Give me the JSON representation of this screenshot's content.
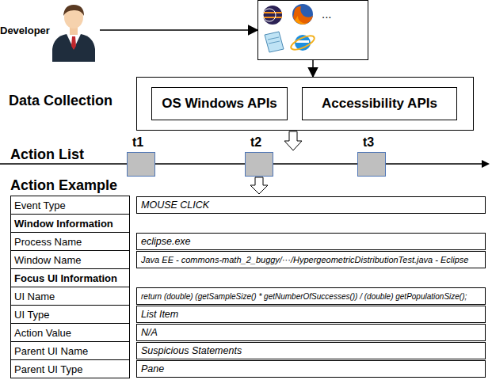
{
  "diagram": {
    "nodes": [
      {
        "text": [
          "Developer"
        ]
      },
      {
        "text": [
          "..."
        ]
      },
      {
        "text": [
          "Data Collection"
        ]
      },
      {
        "text": [
          "OS Windows APIs"
        ],
        "in": 2
      },
      {
        "text": [
          "Accessibility APIs"
        ],
        "in": 2
      },
      {
        "text": [
          "t1"
        ]
      },
      {
        "text": [
          "t2"
        ]
      },
      {
        "text": [
          "t3"
        ]
      }
    ],
    "edges": [
      {
        "from": 0,
        "to": 1,
        "arrow": "to"
      },
      {
        "from": 1,
        "to": 2,
        "arrow": "to"
      }
    ],
    "labels": [
      "Action List",
      "Action Example",
      "Event Type",
      "MOUSE CLICK",
      "Window Information",
      "Process Name",
      "eclipse.exe",
      "Window Name",
      "Java EE - commons-math_2_buggy/···/HypergeometricDistributionTest.java - Eclipse",
      "Focus UI Information",
      "UI Name",
      "return (double) (getSampleSize() * getNumberOfSuccesses()) / (double) getPopulationSize();",
      "UI Type",
      "List Item",
      "Action Value",
      "N/A",
      "Parent UI Name",
      "Suspicious Statements",
      "Parent UI Type",
      "Pane"
    ]
  }
}
